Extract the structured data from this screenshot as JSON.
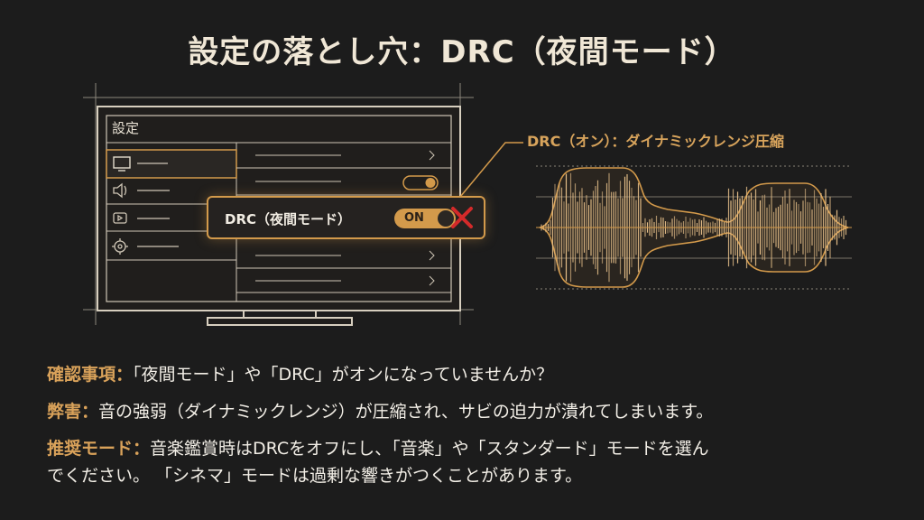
{
  "title": "設定の落とし穴：DRC（夜間モード）",
  "settings_panel": {
    "header": "設定",
    "sidebar_icons": [
      "tv-icon",
      "speaker-icon",
      "play-icon",
      "gear-icon"
    ]
  },
  "popup": {
    "label": "DRC（夜間モード）",
    "toggle_text": "ON",
    "toggle_state": "on",
    "overlay_icon": "x-mark-icon"
  },
  "waveform": {
    "label": "DRC（オン）：ダイナミックレンジ圧縮"
  },
  "notes": [
    {
      "key": "確認事項：",
      "text": "「夜間モード」や「DRC」がオンになっていませんか？"
    },
    {
      "key": "弊害：",
      "text": "音の強弱（ダイナミックレンジ）が圧縮され、サビの迫力が潰れてしまいます。"
    },
    {
      "key": "推奨モード：",
      "text": "音楽鑑賞時はDRCをオフにし、「音楽」や「スタンダード」モードを選ん"
    },
    {
      "key": "",
      "text": "でください。 「シネマ」モードは過剰な響きがつくことがあります。"
    }
  ],
  "colors": {
    "background": "#1c1c1c",
    "accent": "#d39a4b",
    "line": "#cfc6b6",
    "x_mark": "#d42a2a"
  }
}
